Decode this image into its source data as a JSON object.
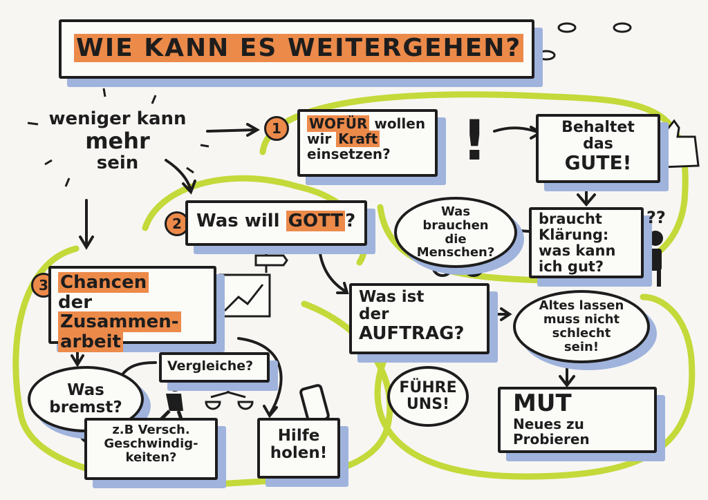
{
  "title": "WIE KANN ES WEITERGEHEN?",
  "intro": {
    "line1": "weniger kann",
    "line2": "mehr",
    "line3": "sein"
  },
  "q1": {
    "number": "1",
    "highlight": "WOFÜR",
    "rest1": " wollen",
    "line2a": "wir ",
    "line2b": "Kraft",
    "line3": "einsetzen?",
    "exclaim": "!"
  },
  "keep": {
    "line1": "Behaltet",
    "line2": "das",
    "line3": "GUTE!"
  },
  "q2": {
    "number": "2",
    "text": "Was will ",
    "highlight": "GOTT",
    "end": "?"
  },
  "people": {
    "line1": "Was",
    "line2": "brauchen",
    "line3": "die",
    "line4": "Menschen?"
  },
  "clarify": {
    "line1": "braucht",
    "line2": "Klärung:",
    "line3": "was kann",
    "line4": "ich gut?",
    "marks": "??"
  },
  "q3": {
    "number": "3",
    "highlight": "Chancen",
    "line2a": "der ",
    "line2b": "Zusammen-",
    "line3": "arbeit"
  },
  "mission": {
    "line1": "Was ist",
    "line2": "der",
    "line3": "AUFTRAG?"
  },
  "letgo": {
    "line1": "Altes lassen",
    "line2": "muss nicht",
    "line3": "schlecht",
    "line4": "sein!"
  },
  "lead": {
    "line1": "FÜHRE",
    "line2": "UNS!"
  },
  "courage": {
    "line1": "MUT",
    "line2": "Neues zu",
    "line3": "Probieren"
  },
  "brake": {
    "line1": "Was",
    "line2": "bremst?"
  },
  "compare": "Vergleiche?",
  "speed": {
    "line1": "z.B Versch.",
    "line2": "Geschwindig-",
    "line3": "keiten?"
  },
  "help": {
    "line1": "Hilfe",
    "line2": "holen!"
  },
  "colors": {
    "orange": "#ec8a4a",
    "blue": "#9fb3dc",
    "green": "#c4d93a",
    "ink": "#1d1d1d"
  }
}
